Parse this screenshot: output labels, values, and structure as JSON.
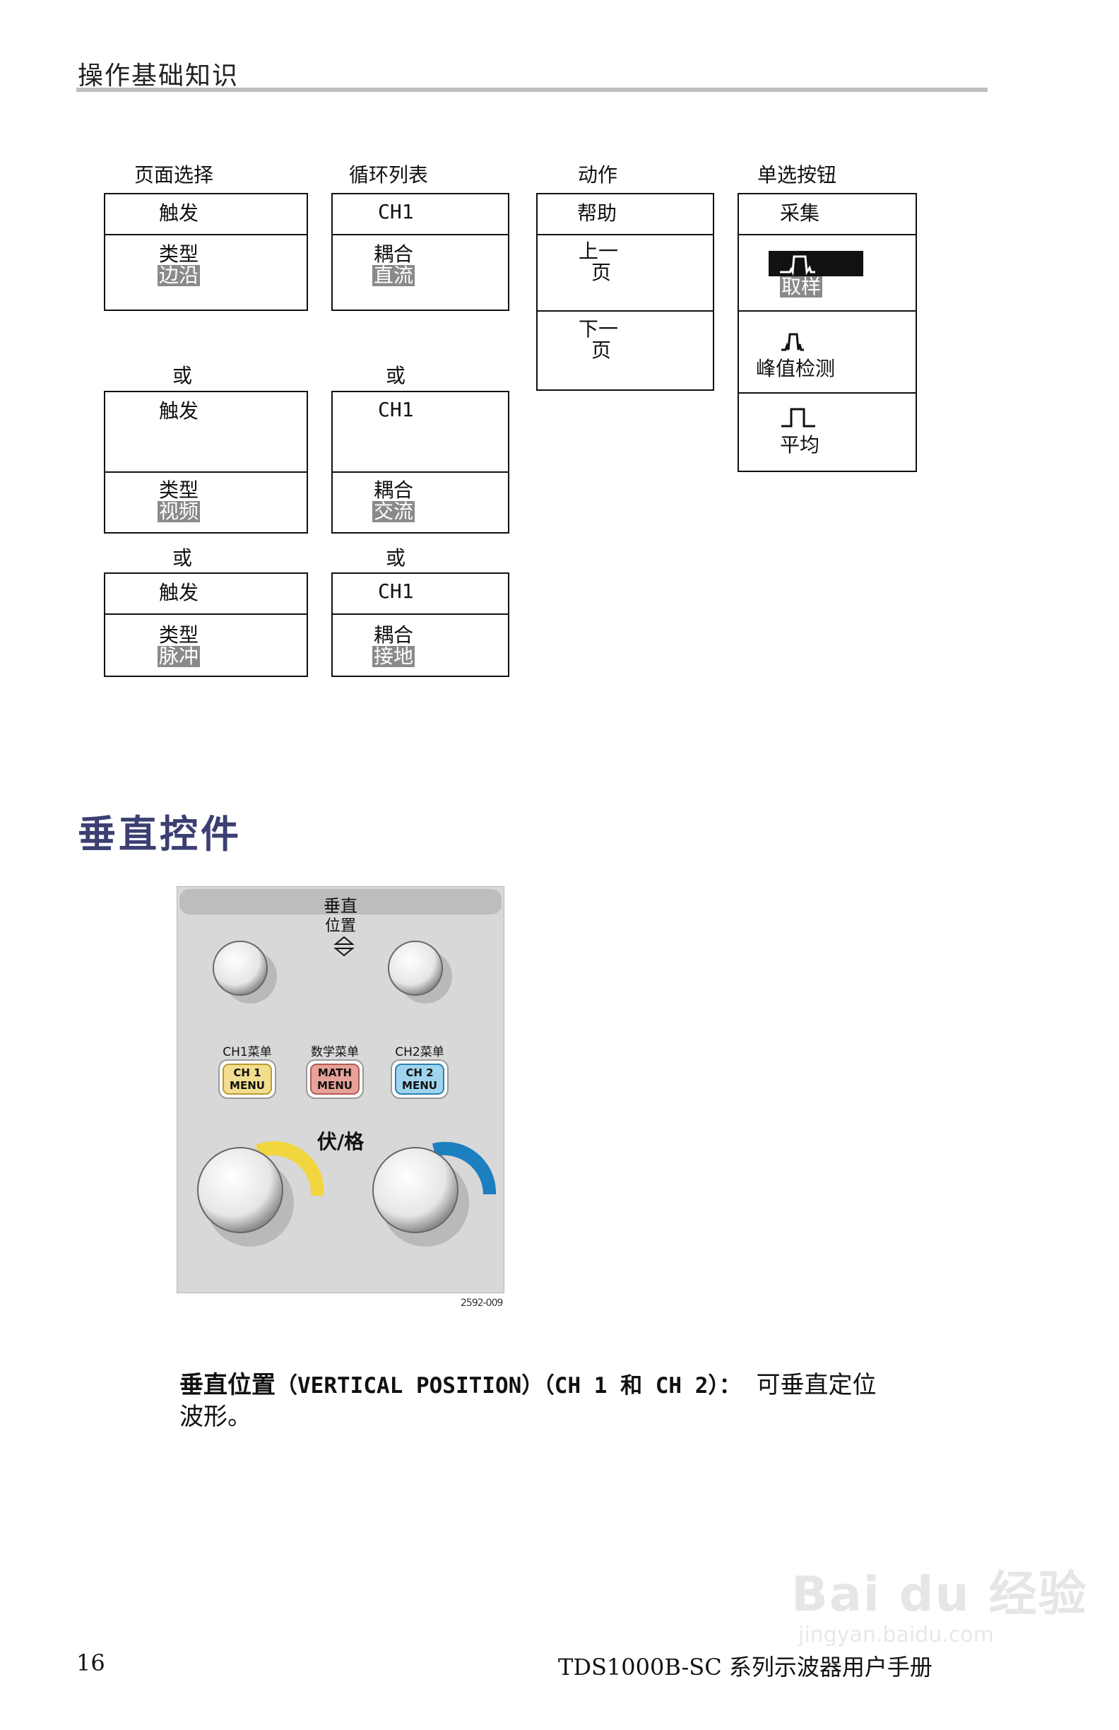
{
  "header": {
    "title": "操作基础知识"
  },
  "menu_columns": {
    "page_select": {
      "heading": "页面选择",
      "box1": {
        "top": "触发",
        "label": "类型",
        "value": "边沿"
      },
      "or1": "或",
      "box2": {
        "top": "触发",
        "label": "类型",
        "value": "视频"
      },
      "or2": "或",
      "box3": {
        "top": "触发",
        "label": "类型",
        "value": "脉冲"
      }
    },
    "cycle_list": {
      "heading": "循环列表",
      "box1": {
        "top": "CH1",
        "label": "耦合",
        "value": "直流"
      },
      "or1": "或",
      "box2": {
        "top": "CH1",
        "label": "耦合",
        "value": "交流"
      },
      "or2": "或",
      "box3": {
        "top": "CH1",
        "label": "耦合",
        "value": "接地"
      }
    },
    "action": {
      "heading": "动作",
      "help": "帮助",
      "prev_line1": "上一",
      "prev_line2": "页",
      "next_line1": "下一",
      "next_line2": "页"
    },
    "radio": {
      "heading": "单选按钮",
      "top": "采集",
      "sample": "取样",
      "peak": "峰值检测",
      "average": "平均"
    }
  },
  "section": {
    "title": "垂直控件"
  },
  "panel": {
    "title_line1": "垂直",
    "title_line2": "位置",
    "ch1_menu_label": "CH1菜单",
    "math_menu_label": "数学菜单",
    "ch2_menu_label": "CH2菜单",
    "ch1_btn_line1": "CH 1",
    "ch1_btn_line2": "MENU",
    "math_btn_line1": "MATH",
    "math_btn_line2": "MENU",
    "ch2_btn_line1": "CH 2",
    "ch2_btn_line2": "MENU",
    "volts_div": "伏/格",
    "figure_id": "2592-009",
    "colors": {
      "ch1": "#f2d640",
      "ch2": "#1c7fc0",
      "math": "#e7a29a"
    }
  },
  "paragraph": {
    "term": "垂直位置",
    "english": "（VERTICAL POSITION）（CH 1 和 CH 2）：",
    "text_line1": "可垂直定位",
    "text_line2": "波形。"
  },
  "footer": {
    "page_number": "16",
    "manual_title": "TDS1000B-SC 系列示波器用户手册"
  },
  "watermark": {
    "brand": "Bai du 经验",
    "url": "jingyan.baidu.com"
  }
}
